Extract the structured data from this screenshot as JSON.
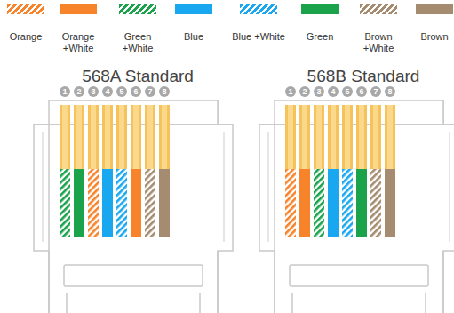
{
  "diagram": {
    "nodes": [
      {
        "text": [
          "568A Standard"
        ]
      },
      {
        "text": [
          "568B Standard"
        ]
      }
    ],
    "labels": [
      "1",
      "2",
      "3",
      "4",
      "5",
      "6",
      "7",
      "8",
      "1",
      "2",
      "3",
      "4",
      "5",
      "6",
      "7",
      "8"
    ],
    "legend": [
      {
        "text": "Orange"
      },
      {
        "text": "Orange +White",
        "color": "#f7832a"
      },
      {
        "text": "Green +White"
      },
      {
        "text": "Blue",
        "color": "#19a8ef"
      },
      {
        "text": "Blue +White"
      },
      {
        "text": "Green",
        "color": "#1aa34a"
      },
      {
        "text": "Brown +White"
      },
      {
        "text": "Brown",
        "color": "#a58b6f"
      }
    ]
  }
}
